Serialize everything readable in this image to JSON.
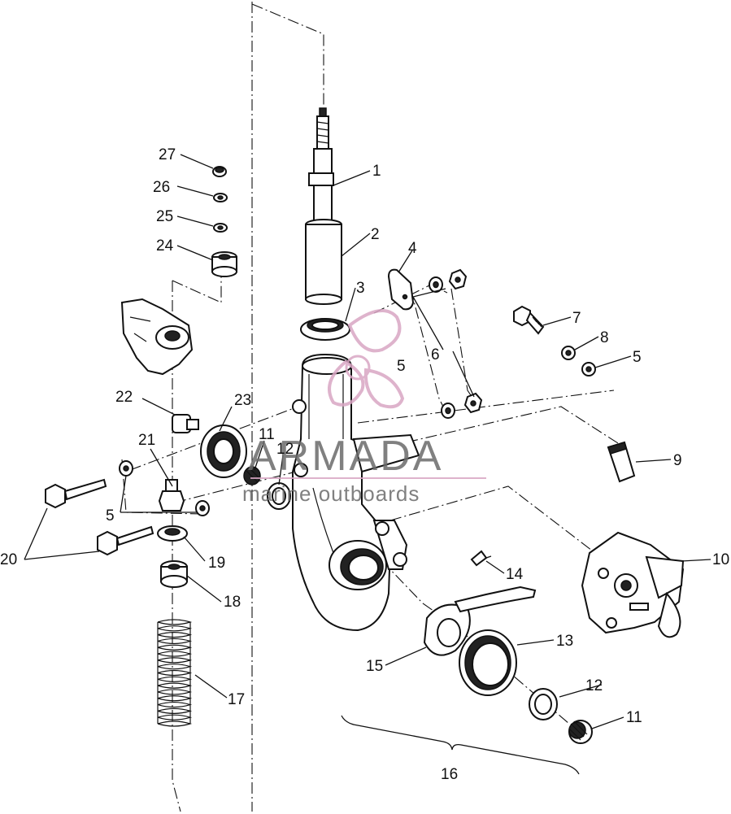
{
  "callouts": [
    {
      "id": "c1",
      "text": "1"
    },
    {
      "id": "c2",
      "text": "2"
    },
    {
      "id": "c3",
      "text": "3"
    },
    {
      "id": "c4",
      "text": "4"
    },
    {
      "id": "c5a",
      "text": "5"
    },
    {
      "id": "c5b",
      "text": "5"
    },
    {
      "id": "c5c",
      "text": "5"
    },
    {
      "id": "c6",
      "text": "6"
    },
    {
      "id": "c7",
      "text": "7"
    },
    {
      "id": "c8",
      "text": "8"
    },
    {
      "id": "c9",
      "text": "9"
    },
    {
      "id": "c10",
      "text": "10"
    },
    {
      "id": "c11a",
      "text": "11"
    },
    {
      "id": "c11b",
      "text": "11"
    },
    {
      "id": "c12a",
      "text": "12"
    },
    {
      "id": "c12b",
      "text": "12"
    },
    {
      "id": "c13",
      "text": "13"
    },
    {
      "id": "c14",
      "text": "14"
    },
    {
      "id": "c15",
      "text": "15"
    },
    {
      "id": "c16",
      "text": "16"
    },
    {
      "id": "c17",
      "text": "17"
    },
    {
      "id": "c18",
      "text": "18"
    },
    {
      "id": "c19",
      "text": "19"
    },
    {
      "id": "c20",
      "text": "20"
    },
    {
      "id": "c21",
      "text": "21"
    },
    {
      "id": "c22",
      "text": "22"
    },
    {
      "id": "c23",
      "text": "23"
    },
    {
      "id": "c24",
      "text": "24"
    },
    {
      "id": "c25",
      "text": "25"
    },
    {
      "id": "c26",
      "text": "26"
    },
    {
      "id": "c27",
      "text": "27"
    }
  ],
  "watermark": {
    "brand": "ARMADA",
    "tagline": "marine outboards",
    "color": "#d9a6c4"
  }
}
